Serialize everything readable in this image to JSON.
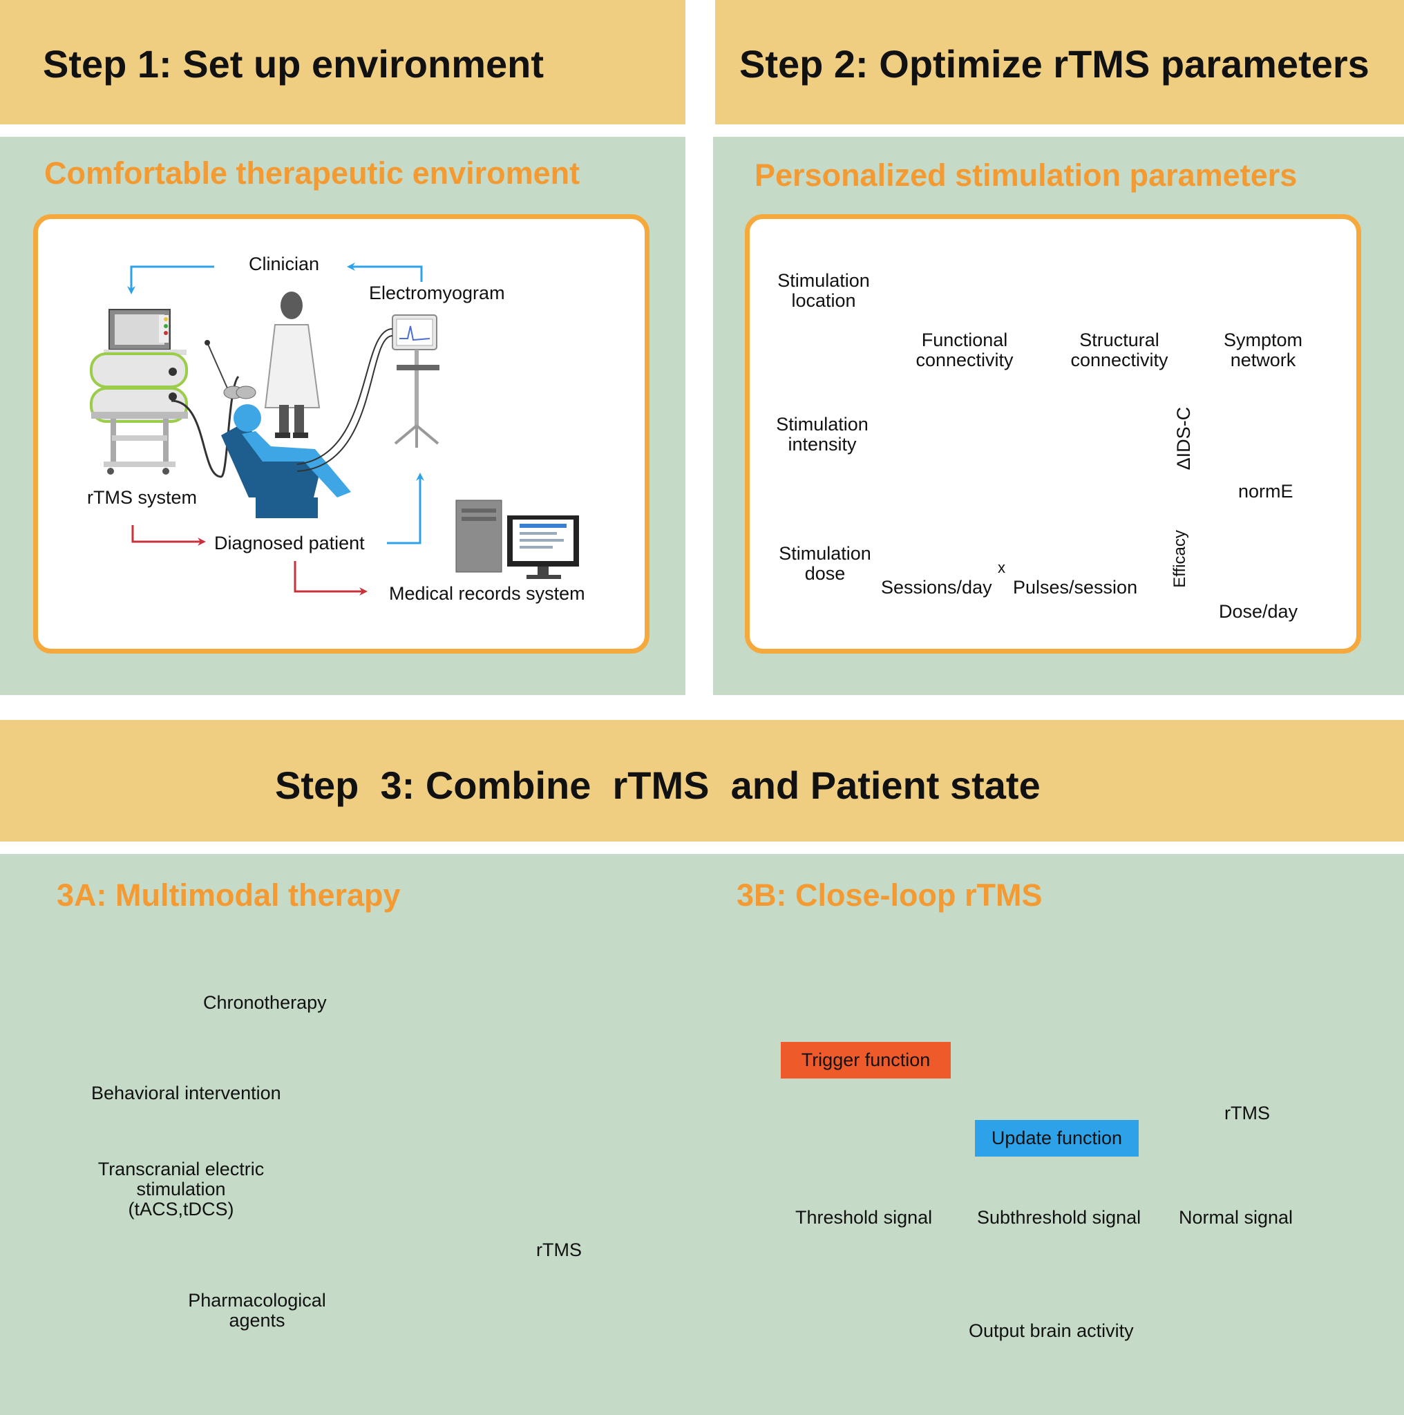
{
  "step1": {
    "title": "Step 1: Set up  environment",
    "subtitle": "Comfortable therapeutic  enviroment",
    "labels": {
      "clinician": "Clinician",
      "electromyogram": "Electromyogram",
      "rtms_system": "rTMS system",
      "diagnosed_patient": "Diagnosed patient",
      "medical_records": "Medical records system"
    }
  },
  "step2": {
    "title": "Step 2: Optimize rTMS parameters",
    "subtitle": "Personalized stimulation parameters",
    "rows": {
      "location": "Stimulation\nlocation",
      "intensity": "Stimulation\nintensity",
      "dose": "Stimulation\ndose"
    },
    "brains": {
      "functional": "Functional\nconnectivity",
      "structural": "Structural\nconnectivity",
      "symptom": "Symptom\nnetwork"
    },
    "dose_labels": {
      "sessions": "Sessions/day",
      "times": "x",
      "pulses": "Pulses/session"
    },
    "scatter_axes": {
      "ylabel": "ΔIDS-C",
      "xlabel": "normE"
    },
    "curve_axes": {
      "ylabel": "Efficacy",
      "xlabel": "Dose/day"
    }
  },
  "step3": {
    "title": "Step  3: Combine  rTMS  and Patient state",
    "a": {
      "subtitle": "3A: Multimodal therapy",
      "items": {
        "chronotherapy": "Chronotherapy",
        "behavioral": "Behavioral intervention",
        "tes": "Transcranial electric\nstimulation\n(tACS,tDCS)",
        "pharma": "Pharmacological\nagents"
      },
      "rtms": "rTMS"
    },
    "b": {
      "subtitle": "3B: Close-loop rTMS",
      "trigger": "Trigger function",
      "update": "Update function",
      "rtms": "rTMS",
      "threshold": "Threshold signal",
      "subthreshold": "Subthreshold signal",
      "normal": "Normal signal",
      "output": "Output brain activity"
    }
  },
  "colors": {
    "banner": "#efce82",
    "panel": "#c5dbc7",
    "card_border": "#f5a93c",
    "subtitle": "#f39a33",
    "blue": "#1e6fc0",
    "red": "#d02b2b",
    "trigger": "#ee5a2a",
    "update": "#2ea2e8"
  }
}
